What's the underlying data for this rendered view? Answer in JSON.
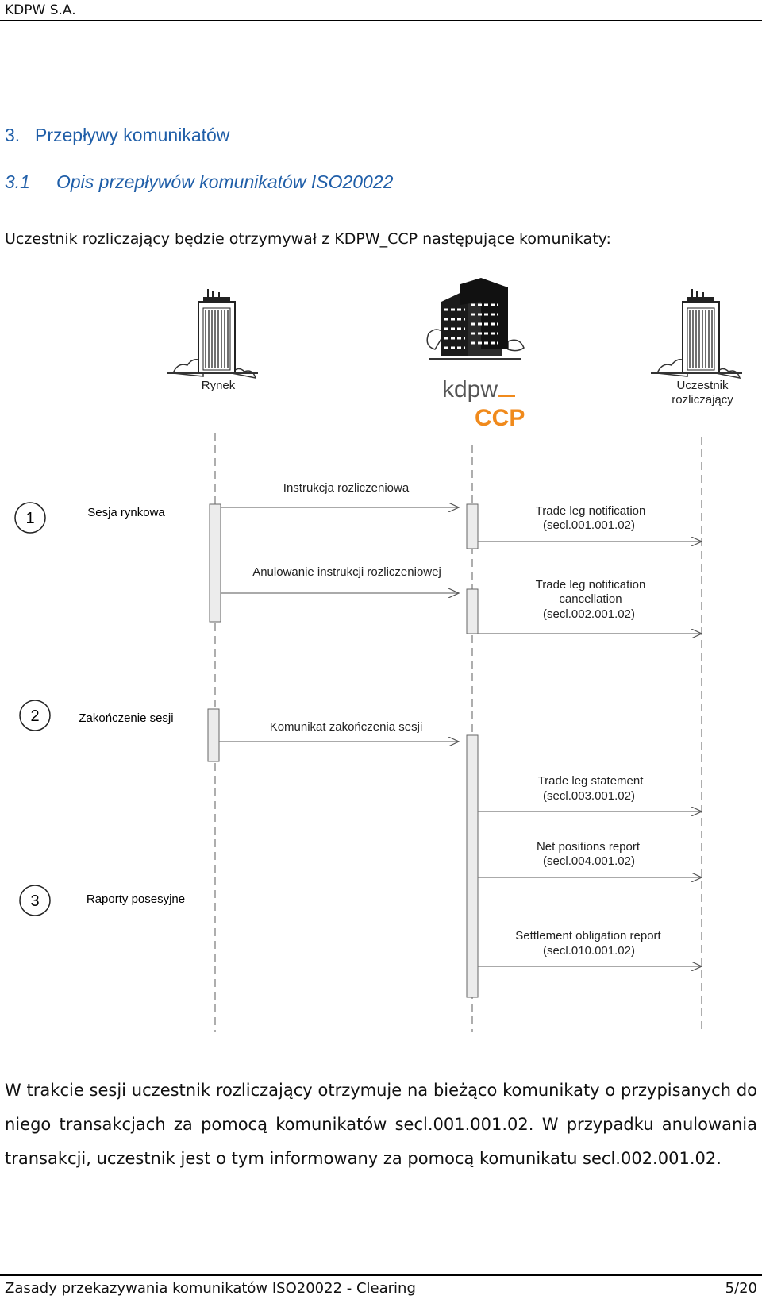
{
  "header": {
    "company": "KDPW S.A."
  },
  "section": {
    "number": "3.",
    "title": "Przepływy komunikatów"
  },
  "subsection": {
    "number": "3.1",
    "title": "Opis przepływów komunikatów ISO20022"
  },
  "intro": "Uczestnik rozliczający będzie otrzymywał z KDPW_CCP następujące komunikaty:",
  "diagram": {
    "actors": {
      "rynek": "Rynek",
      "uczestnik_line1": "Uczestnik",
      "uczestnik_line2": "rozliczający"
    },
    "logo": {
      "top": "kdpw",
      "bottom": "CCP"
    },
    "steps": [
      {
        "number": "1",
        "label": "Sesja rynkowa"
      },
      {
        "number": "2",
        "label": "Zakończenie sesji"
      },
      {
        "number": "3",
        "label": "Raporty posesyjne"
      }
    ],
    "messages": {
      "instrukcja": "Instrukcja rozliczeniowa",
      "anulowanie": "Anulowanie instrukcji rozliczeniowej",
      "komunikat_zak": "Komunikat zakończenia sesji",
      "tln_1": "Trade leg notification",
      "tln_2": "(secl.001.001.02)",
      "tlnc_1": "Trade leg notification",
      "tlnc_2": "cancellation",
      "tlnc_3": "(secl.002.001.02)",
      "tls_1": "Trade leg statement",
      "tls_2": "(secl.003.001.02)",
      "npr_1": "Net positions report",
      "npr_2": "(secl.004.001.02)",
      "sor_1": "Settlement obligation report",
      "sor_2": "(secl.010.001.02)"
    },
    "colors": {
      "logo_gray": "#555555",
      "logo_orange": "#f08a1c",
      "line": "#777777"
    }
  },
  "paragraph": "W trakcie sesji uczestnik rozliczający otrzymuje na bieżąco komunikaty o przypisanych do niego transakcjach za pomocą komunikatów secl.001.001.02. W przypadku anulowania transakcji, uczestnik jest o tym informowany za pomocą komunikatu secl.002.001.02.",
  "footer": {
    "title": "Zasady przekazywania komunikatów ISO20022 - Clearing",
    "page": "5/20"
  }
}
